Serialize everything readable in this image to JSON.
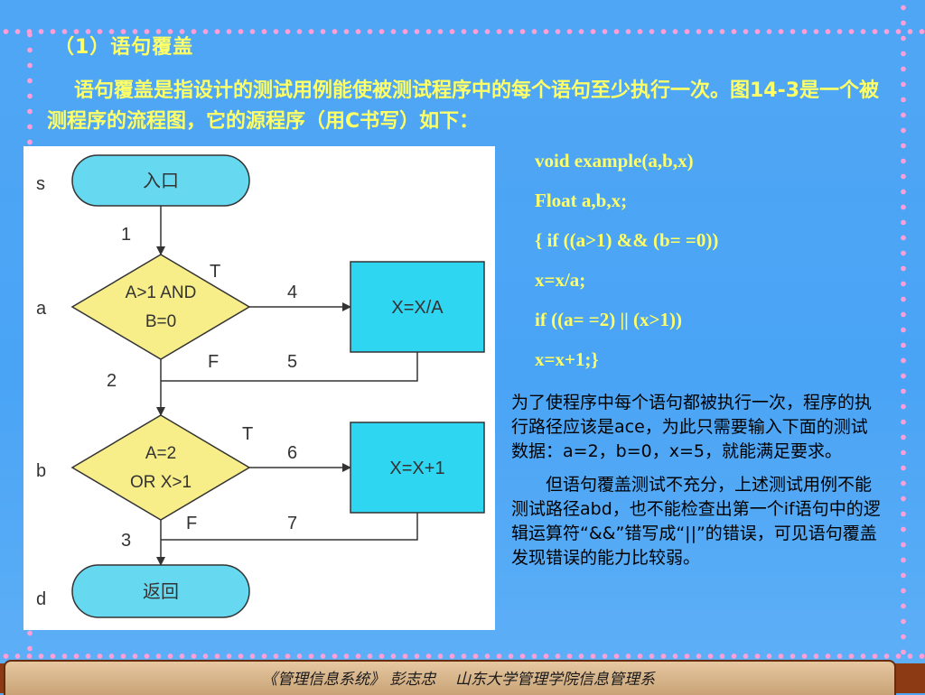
{
  "heading": "（1）语句覆盖",
  "intro": "语句覆盖是指设计的测试用例能使被测试程序中的每个语句至少执行一次。图14-3是一个被测程序的流程图，它的源程序（用C书写）如下：",
  "flowchart": {
    "row_labels": [
      "s",
      "a",
      "b",
      "d"
    ],
    "start_node": "入口",
    "end_node": "返回",
    "decision_a": [
      "A>1 AND",
      "B=0"
    ],
    "decision_b": [
      "A=2",
      "OR X>1"
    ],
    "process_a": "X=X/A",
    "process_b": "X=X+1",
    "path_numbers": [
      "1",
      "2",
      "3",
      "4",
      "5",
      "6",
      "7"
    ],
    "true_label": "T",
    "false_label": "F"
  },
  "code_lines": [
    "void example(a,b,x)",
    "Float a,b,x;",
    "{ if ((a>1) && (b= =0))",
    "x=x/a;",
    "if ((a= =2) || (x>1))",
    "x=x+1;}"
  ],
  "explain": {
    "p1": "为了使程序中每个语句都被执行一次，程序的执行路径应该是ace，为此只需要输入下面的测试数据：a=2，b=0，x=5，就能满足要求。",
    "p2": "但语句覆盖测试不充分，上述测试用例不能测试路径abd，也不能检查出第一个if语句中的逻辑运算符“&&”错写成“||”的错误，可见语句覆盖发现错误的能力比较弱。"
  },
  "footer": "《管理信息系统》 彭志忠    山东大学管理学院信息管理系",
  "colors": {
    "background": "#4fa6f4",
    "title_text": "#ffff66",
    "terminal_fill": "#66d9f0",
    "decision_fill": "#f7ee8a",
    "process_fill": "#2fd6f2",
    "dot_border": "#ff9fd8",
    "footer_bar": "#c9a277"
  }
}
